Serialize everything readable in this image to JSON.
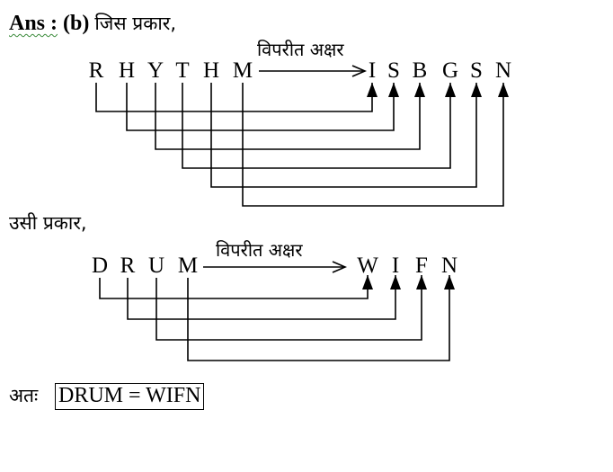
{
  "header": {
    "ans_label": "Ans :",
    "option": "(b)",
    "intro": "जिस प्रकार,"
  },
  "diagram1": {
    "source": [
      "R",
      "H",
      "Y",
      "T",
      "H",
      "M"
    ],
    "arrow_label": "विपरीत अक्षर",
    "target": [
      "I",
      "S",
      "B",
      "G",
      "S",
      "N"
    ]
  },
  "middle_text": "उसी प्रकार,",
  "diagram2": {
    "source": [
      "D",
      "R",
      "U",
      "M"
    ],
    "arrow_label": "विपरीत अक्षर",
    "target": [
      "W",
      "I",
      "F",
      "N"
    ]
  },
  "conclusion": {
    "label": "अतः",
    "answer": "DRUM = WIFN"
  }
}
